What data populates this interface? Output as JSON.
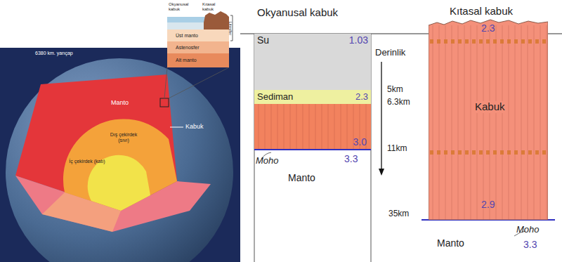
{
  "diagram": {
    "nodes": [
      {
        "text": [
          "Su",
          "1.03"
        ]
      },
      {
        "text": [
          "Sediman",
          "2.3"
        ]
      },
      {
        "text": [
          "3.0"
        ]
      },
      {
        "text": [
          "2.3",
          "Kabuk",
          "2.9"
        ]
      }
    ],
    "labels": [
      "Okyanusal kabuk",
      "Kıtasal kabuk",
      "Derinlik",
      "5km",
      "6.3km",
      "11km",
      "Moho",
      "3.3",
      "Manto",
      "35km",
      "Manto",
      "Moho",
      "3.3",
      "6380 km. yarıçap",
      "Manto",
      "Dış çekirdek (sıvı)",
      "İç çekirdek (katı)",
      "Kabuk",
      "Okyanusal kabuk",
      "Kıtasal kabuk",
      "Üst manto",
      "Astenosfer",
      "Alt manto",
      "Litosfer"
    ]
  }
}
